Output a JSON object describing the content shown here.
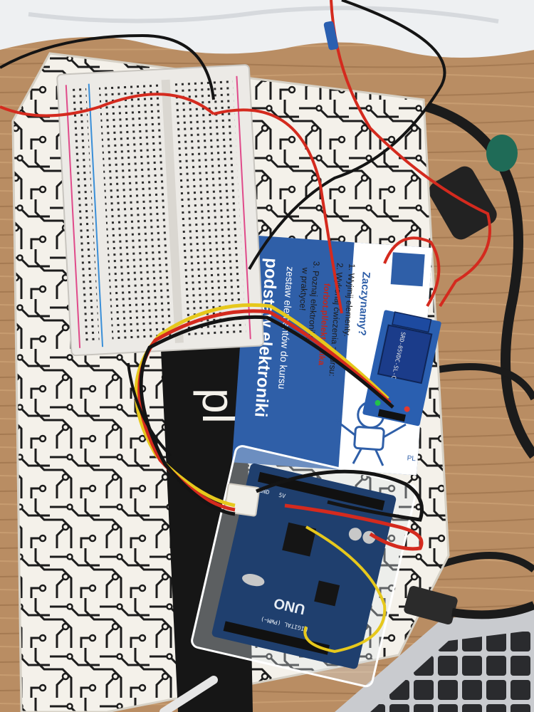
{
  "colors": {
    "table_wood": "#b98d63",
    "box_white": "#f4f1ea",
    "box_print": "#1c1c1c",
    "box_black_band": "#161616",
    "card_blue": "#2f5fa8",
    "wire_red": "#d42a1e",
    "wire_black": "#141414",
    "wire_yellow": "#e6c81c",
    "relay_blue": "#2a5fb0",
    "arduino_board": "#1f3f6e",
    "breadboard": "#eceae6",
    "rail_red": "#e04a8a",
    "rail_blue": "#3a8fd8"
  },
  "card": {
    "line1": "Zaczynamy?",
    "line2": "1. Wyjmij elementy.",
    "line3": "2. Wykonaj ćwiczenia z kursu:",
    "line4": "forbot.pl/elektronika",
    "line5": "3. Poznaj elektronikę",
    "line6": "w praktyce!",
    "line7": "zestaw elementów do kursu",
    "line8": "podstaw elektroniki",
    "domain": "PL"
  },
  "box": {
    "side_brand": "pl"
  },
  "relay": {
    "model": "SRD-05VDC-SL-C"
  },
  "arduino": {
    "model": "UNO",
    "label_digital": "DIGITAL (PWM~)",
    "label_gnd": "GND",
    "label_power": "5V"
  }
}
